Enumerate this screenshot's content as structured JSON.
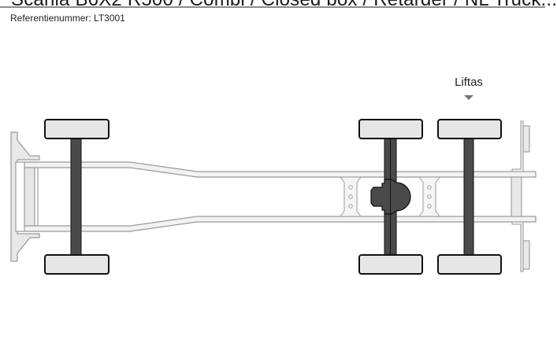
{
  "header": {
    "title": "Scania B6X2 R500 / Combi / Closed box / Retarder / NL Truck...",
    "reference_label": "Referentienummer: LT3001"
  },
  "diagram": {
    "type": "axle-configuration",
    "configuration": "6x2",
    "axles": [
      {
        "position": "front",
        "drive": false,
        "lift": false
      },
      {
        "position": "rear-1",
        "drive": true,
        "lift": false,
        "differential": true
      },
      {
        "position": "rear-2",
        "drive": false,
        "lift": true
      }
    ],
    "annotations": [
      {
        "label": "Liftas",
        "target": "rear-2"
      }
    ],
    "colors": {
      "tire_fill": "#e6e6e6",
      "tire_stroke": "#111111",
      "axle": "#4a4a4a",
      "frame_stroke": "#9a9a9a",
      "frame_fill": "#f2f2f2",
      "arrow": "#777777"
    }
  }
}
